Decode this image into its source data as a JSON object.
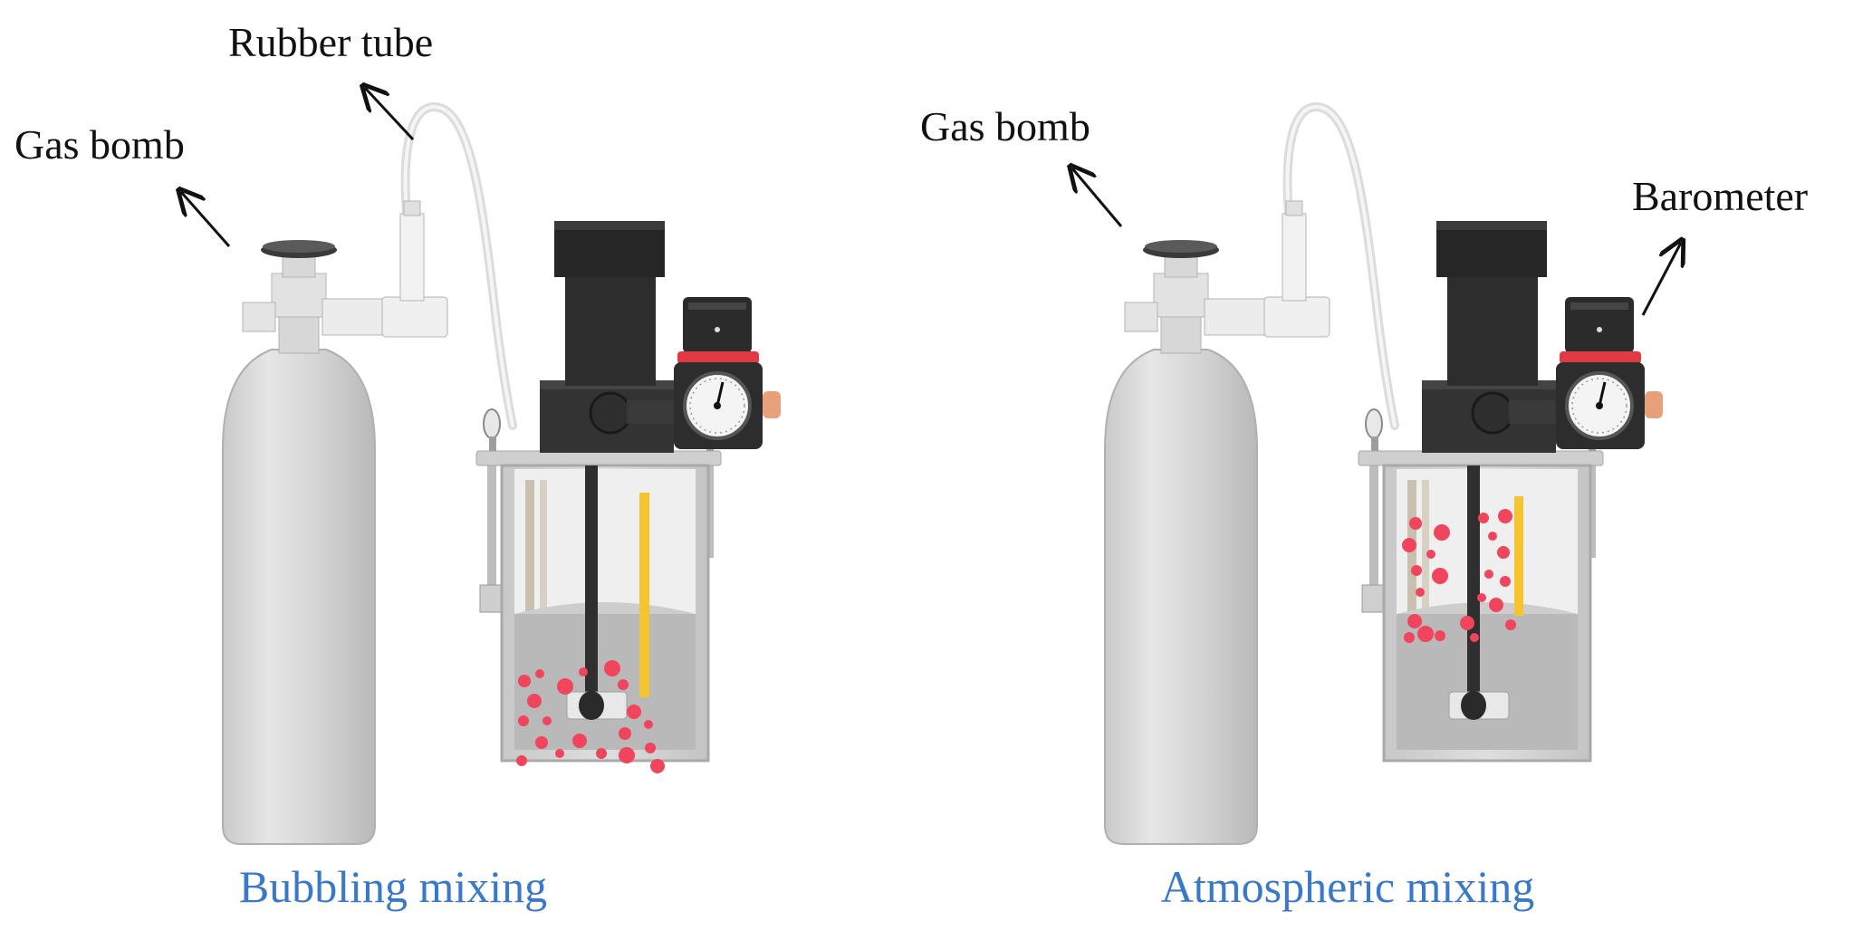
{
  "labels": {
    "left_gas_bomb": "Gas bomb",
    "left_rubber_tube": "Rubber tube",
    "right_gas_bomb": "Gas bomb",
    "right_barometer": "Barometer"
  },
  "captions": {
    "left": "Bubbling mixing",
    "right": "Atmospheric mixing"
  },
  "colors": {
    "bubble": "#f0455c",
    "sensor": "#f5c431",
    "caption": "#3a78c9",
    "motor": "#2d2d2d",
    "cylinder": "#d9d9d9"
  }
}
